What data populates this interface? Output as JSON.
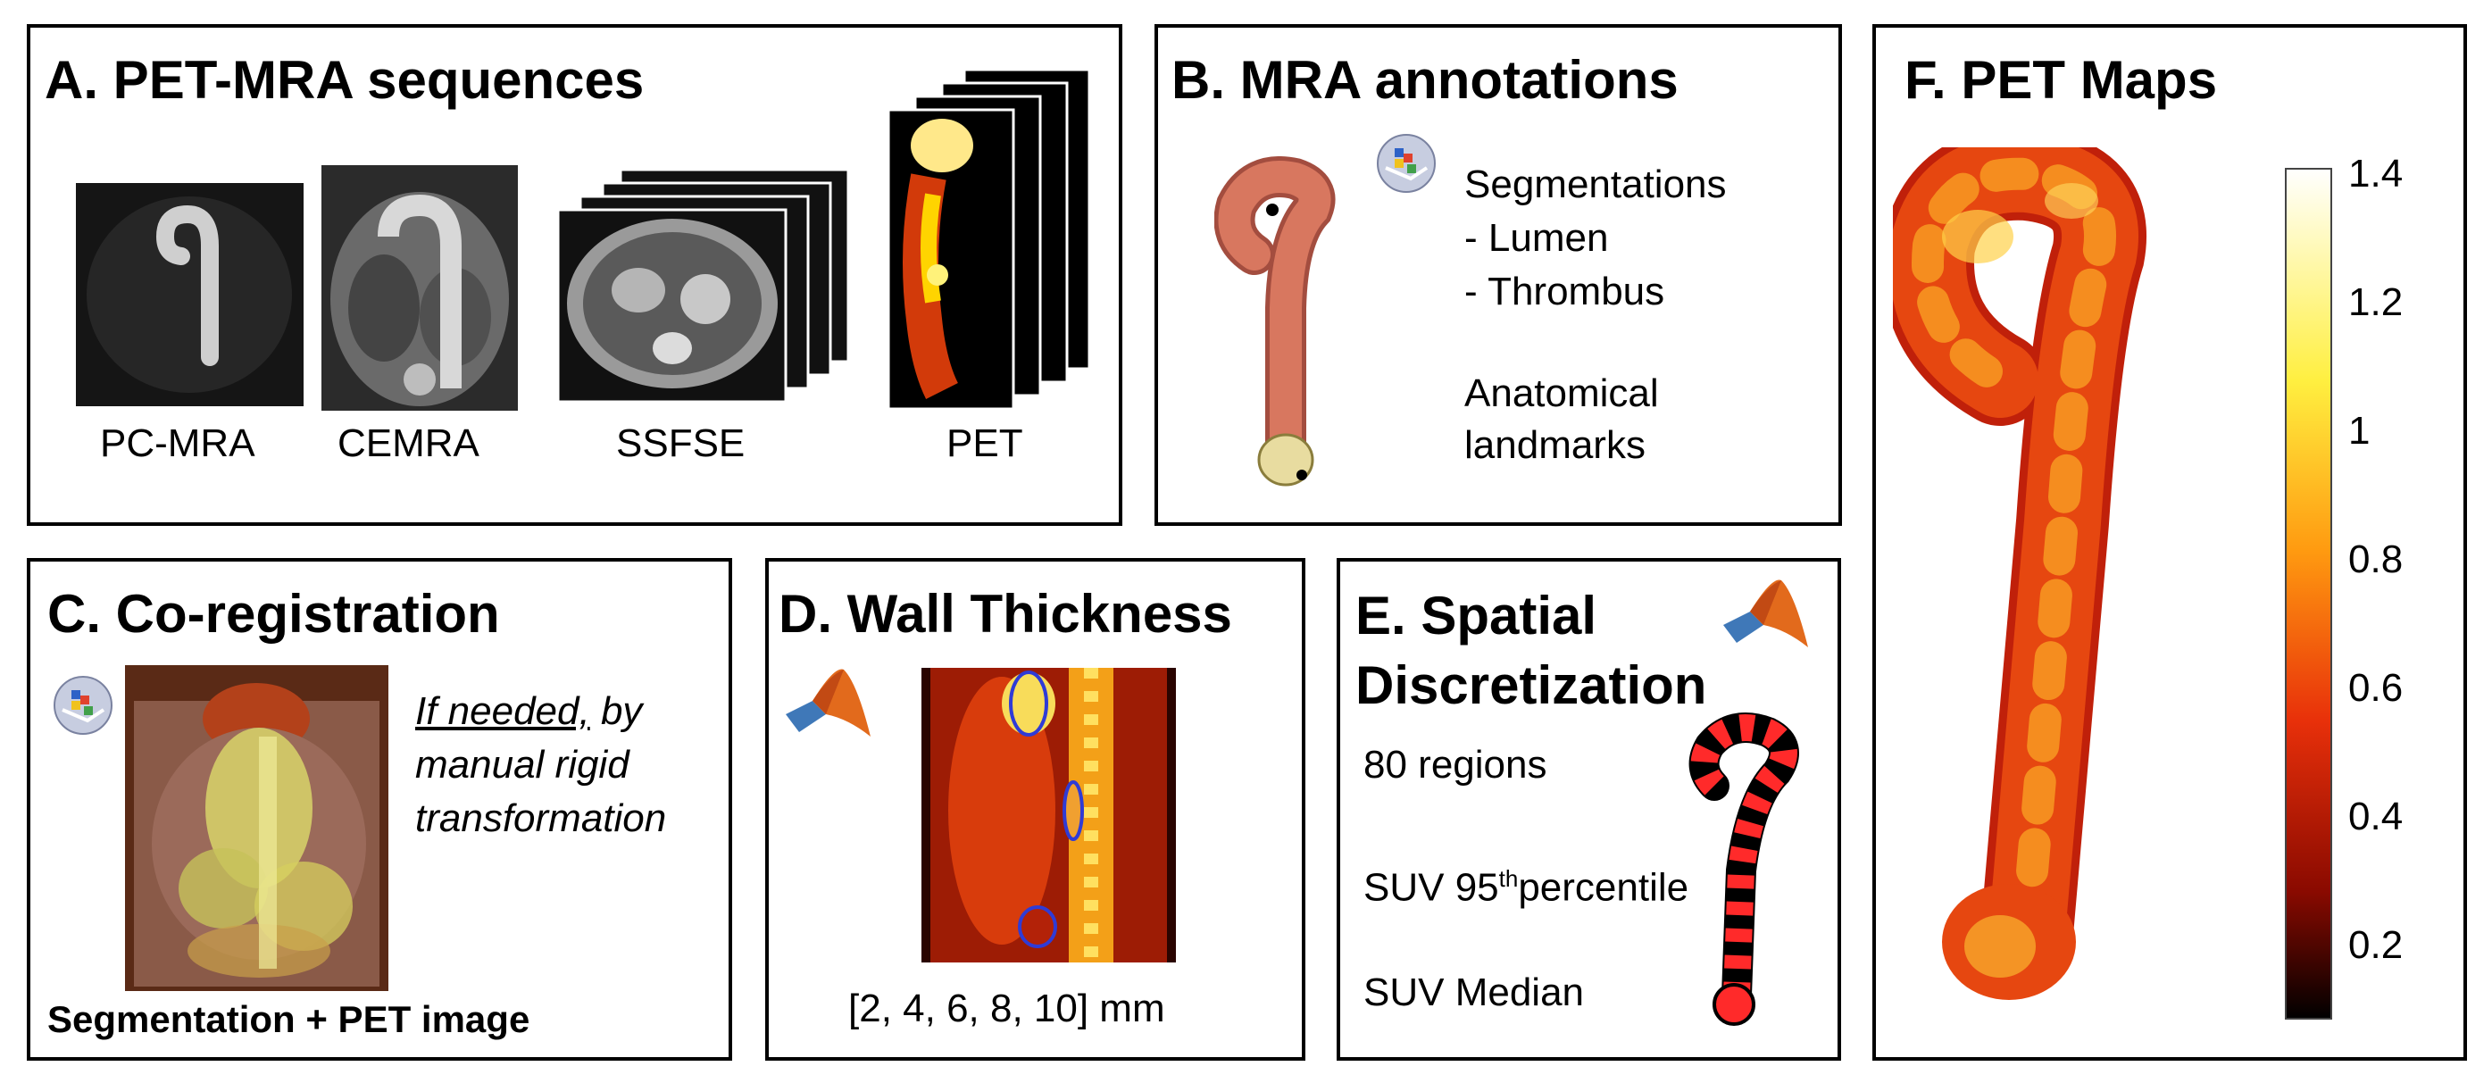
{
  "panels": {
    "a": {
      "title": "A. PET-MRA sequences",
      "labels": [
        "PC-MRA",
        "CEMRA",
        "SSFSE",
        "PET"
      ]
    },
    "b": {
      "title": "B. MRA annotations",
      "seg_title": "Segmentations",
      "seg_items": [
        "- Lumen",
        "- Thrombus"
      ],
      "landmarks_line1": "Anatomical",
      "landmarks_line2": "landmarks"
    },
    "c": {
      "title": "C. Co-registration",
      "note_underlined": "If needed,",
      "note_rest": " by",
      "note_line2": "manual rigid",
      "note_line3": "transformation",
      "caption": "Segmentation + PET image"
    },
    "d": {
      "title": "D. Wall Thickness",
      "caption": "[2, 4, 6, 8, 10] mm"
    },
    "e": {
      "title_line1": "E. Spatial",
      "title_line2": "Discretization",
      "regions": "80 regions",
      "suv95_prefix": "SUV 95",
      "suv95_sup": "th",
      "suv95_suffix": "percentile",
      "suv_median": "SUV Median"
    },
    "f": {
      "title": "F. PET Maps",
      "colorbar_ticks": [
        "1.4",
        "1.2",
        "1",
        "0.8",
        "0.6",
        "0.4",
        "0.2"
      ],
      "colorbar_range": [
        0.08,
        1.4
      ]
    }
  },
  "icons": [
    "software-3d-slicer-icon",
    "matlab-icon"
  ],
  "colors": {
    "border": "#000000",
    "pet_hot": "#e8380c",
    "contour_blue": "#2f3bd6"
  }
}
